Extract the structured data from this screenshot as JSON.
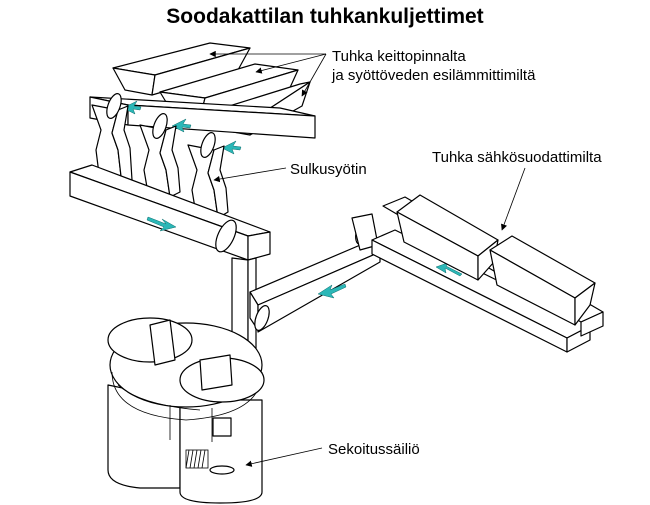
{
  "title": "Soodakattilan tuhkankuljettimet",
  "labels": {
    "boiler_line1": "Tuhka keittopinnalta",
    "boiler_line2": "ja syöttöveden esilämmittimiltä",
    "rotary_feeder": "Sulkusyötin",
    "esp": "Tuhka sähkösuodattimilta",
    "mixing_tank": "Sekoitussäiliö"
  },
  "colors": {
    "flow_arrow": "#2bb7b7",
    "line": "#000000"
  }
}
